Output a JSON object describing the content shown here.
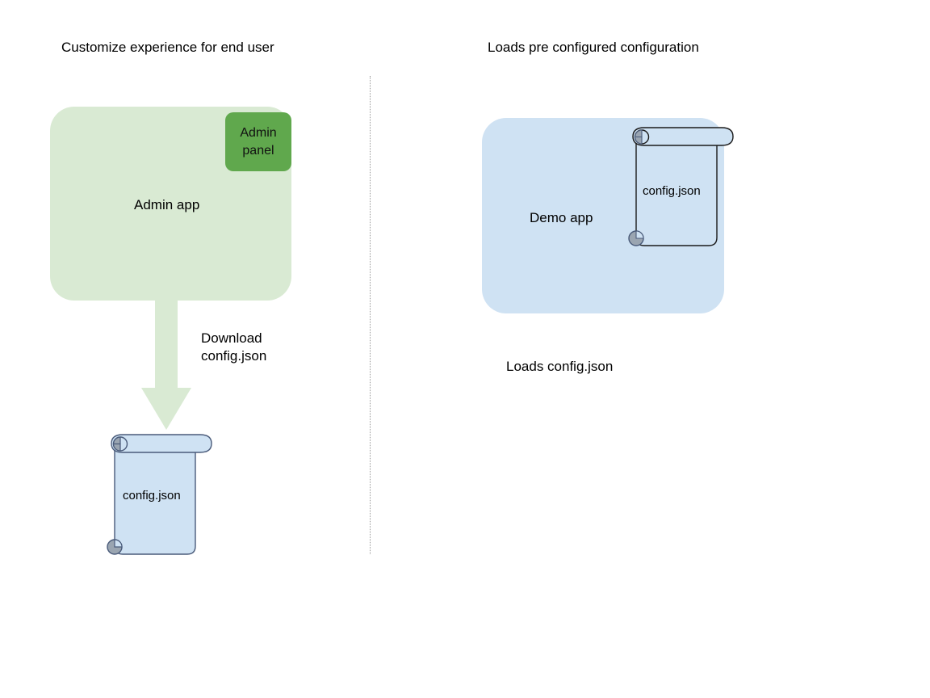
{
  "diagram": {
    "title_left": "Customize experience for end user",
    "title_right": "Loads pre configured configuration",
    "colors": {
      "admin_app_fill": "#d9ead3",
      "admin_panel_fill": "#60a84d",
      "demo_app_fill": "#cfe2f3",
      "document_fill": "#cfe2f3",
      "document_stroke": "#4a5b7a",
      "roll_fill": "#9aa5b1",
      "arrow_fill": "#d9ead3",
      "divider_stroke": "#9a9a9a",
      "text": "#000000"
    },
    "left_panel": {
      "heading": "Customize experience for end user",
      "app_label": "Admin app",
      "admin_panel_label": "Admin\npanel",
      "arrow_label": "Download\nconfig.json",
      "document_label": "config.json"
    },
    "right_panel": {
      "heading": "Loads pre configured configuration",
      "app_label": "Demo app",
      "document_label": "config.json",
      "caption": "Loads config.json"
    }
  }
}
